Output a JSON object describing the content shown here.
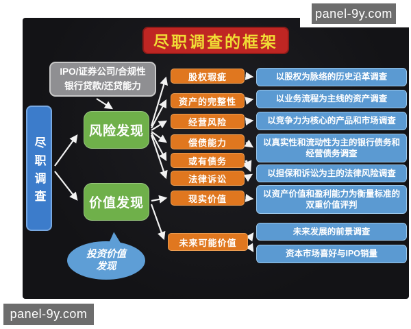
{
  "page": {
    "watermark_top_right": "panel-9y.com",
    "watermark_bottom_left": "panel-9y.com"
  },
  "diagram": {
    "title": "尽职调查的框架",
    "root": {
      "label": "尽职调查"
    },
    "context_note": {
      "line1": "IPO/证券公司/合规性",
      "line2": "银行贷款/还贷能力"
    },
    "branches": {
      "risk": {
        "label": "风险发现"
      },
      "value": {
        "label": "价值发现"
      }
    },
    "bubble": {
      "line1": "投资价值",
      "line2": "发现"
    },
    "factors": [
      {
        "label": "股权瑕疵"
      },
      {
        "label": "资产的完整性"
      },
      {
        "label": "经营风险"
      },
      {
        "label": "偿债能力"
      },
      {
        "label": "或有债务"
      },
      {
        "label": "法律诉讼"
      },
      {
        "label": "现实价值"
      },
      {
        "label": "未来可能价值"
      }
    ],
    "investigations": [
      {
        "label": "以股权为脉络的历史沿革调查"
      },
      {
        "label": "以业务流程为主线的资产调查"
      },
      {
        "label": "以竞争力为核心的产品和市场调查"
      },
      {
        "label": "以真实性和流动性为主的银行债务和经营债务调查"
      },
      {
        "label": "以担保和诉讼为主的法律风险调查"
      },
      {
        "label": "以资产价值和盈利能力为衡量标准的双重价值评判"
      },
      {
        "label": "未来发展的前景调查"
      },
      {
        "label": "资本市场喜好与IPO销量"
      }
    ],
    "colors": {
      "canvas_bg": "#151518",
      "title_bg": "#bf2623",
      "title_text": "#f0dc35",
      "note_bg": "#8f8f92",
      "root_bg": "#3c7ccb",
      "branch_bg": "#6fb04a",
      "factor_bg": "#e0771f",
      "investigation_bg": "#5b9ad2",
      "bubble_bg": "#5e9ed6",
      "arrow": "#f2f2f2",
      "watermark_bg": "#6d6d6d"
    }
  }
}
